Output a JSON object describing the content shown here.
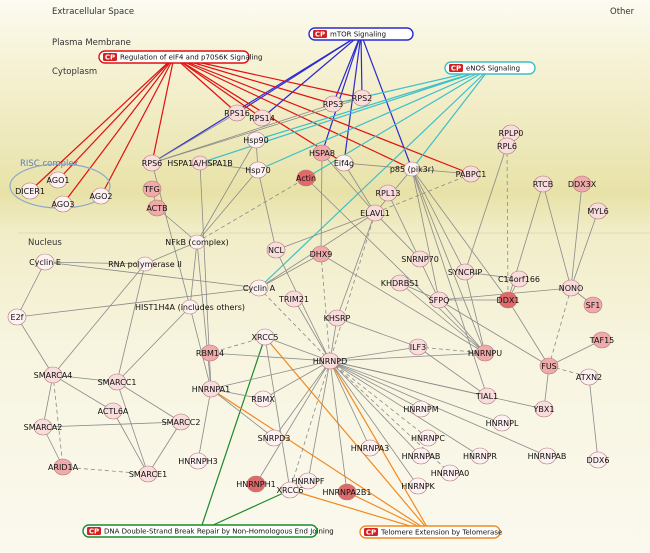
{
  "regions": {
    "extracellular": "Extracellular Space",
    "other": "Other",
    "plasma_membrane": "Plasma Membrane",
    "cytoplasm": "Cytoplasm",
    "nucleus": "Nucleus",
    "risc": "RISC complex"
  },
  "colors": {
    "band_top": "#fbf9ec",
    "band_cyto": "#ece7b2",
    "band_nucleus": "#f7f3dc",
    "edge_gray": "#8a8a8a",
    "edge_red": "#e01010",
    "edge_blue": "#2a2ad0",
    "edge_cyan": "#3cc0c8",
    "edge_orange": "#f08a20",
    "edge_green": "#1a8a2a",
    "node_dark": "#e06a6a",
    "node_mid": "#f0aaaa",
    "node_light": "#f9dcdc",
    "node_pale": "#fdf1f1"
  },
  "pathways": {
    "mtor": {
      "tag": "CP",
      "label": "mTOR Signaling",
      "color": "#2a2ad0"
    },
    "eif4": {
      "tag": "CP",
      "label": "Regulation of eIF4 and p70S6K Signaling",
      "color": "#e01010"
    },
    "enos": {
      "tag": "CP",
      "label": "eNOS Signaling",
      "color": "#3cc0c8"
    },
    "dsb": {
      "tag": "CP",
      "label": "DNA Double-Strand Break Repair by Non-Homologous End Joining",
      "color": "#1a8a2a"
    },
    "telomere": {
      "tag": "CP",
      "label": "Telomere Extension by Telomerase",
      "color": "#f08a20"
    }
  },
  "nodes": [
    {
      "id": "RPS16",
      "label": "RPS16",
      "shade": "light"
    },
    {
      "id": "RPS3",
      "label": "RPS3",
      "shade": "light"
    },
    {
      "id": "RPS2",
      "label": "RPS2",
      "shade": "light"
    },
    {
      "id": "RPS14",
      "label": "RPS14",
      "shade": "light"
    },
    {
      "id": "Hsp90",
      "label": "Hsp90",
      "shade": "pale"
    },
    {
      "id": "RPS6",
      "label": "RPS6",
      "shade": "light"
    },
    {
      "id": "HSPA1A",
      "label": "HSPA1A/HSPA1B",
      "shade": "light"
    },
    {
      "id": "Hsp70",
      "label": "Hsp70",
      "shade": "pale"
    },
    {
      "id": "HSPA8",
      "label": "HSPA8",
      "shade": "mid"
    },
    {
      "id": "Eif4g",
      "label": "Eif4g",
      "shade": "pale"
    },
    {
      "id": "p85",
      "label": "p85 (pik3r)",
      "shade": "pale"
    },
    {
      "id": "PABPC1",
      "label": "PABPC1",
      "shade": "light"
    },
    {
      "id": "RPLP0",
      "label": "RPLP0",
      "shade": "light"
    },
    {
      "id": "RPL6",
      "label": "RPL6",
      "shade": "light"
    },
    {
      "id": "AGO1",
      "label": "AGO1",
      "shade": "pale"
    },
    {
      "id": "DICER1",
      "label": "DICER1",
      "shade": "pale"
    },
    {
      "id": "AGO2",
      "label": "AGO2",
      "shade": "pale"
    },
    {
      "id": "AGO3",
      "label": "AGO3",
      "shade": "pale"
    },
    {
      "id": "TFG",
      "label": "TFG",
      "shade": "mid"
    },
    {
      "id": "Actin",
      "label": "Actin",
      "shade": "dark"
    },
    {
      "id": "ACTB",
      "label": "ACTB",
      "shade": "mid"
    },
    {
      "id": "RPL13",
      "label": "RPL13",
      "shade": "light"
    },
    {
      "id": "RTCB",
      "label": "RTCB",
      "shade": "light"
    },
    {
      "id": "DDX3X",
      "label": "DDX3X",
      "shade": "mid"
    },
    {
      "id": "MYL6",
      "label": "MYL6",
      "shade": "light"
    },
    {
      "id": "NFkB",
      "label": "NFkB (complex)",
      "shade": "pale"
    },
    {
      "id": "ELAVL1",
      "label": "ELAVL1",
      "shade": "light"
    },
    {
      "id": "NCL",
      "label": "NCL",
      "shade": "light"
    },
    {
      "id": "CyclinE",
      "label": "Cyclin E",
      "shade": "pale"
    },
    {
      "id": "RNApol",
      "label": "RNA polymerase II",
      "shade": "pale"
    },
    {
      "id": "SYNCRIP",
      "label": "SYNCRIP",
      "shade": "light"
    },
    {
      "id": "C14orf166",
      "label": "C14orf166",
      "shade": "light"
    },
    {
      "id": "SNRNP70",
      "label": "SNRNP70",
      "shade": "light"
    },
    {
      "id": "DHX9",
      "label": "DHX9",
      "shade": "mid"
    },
    {
      "id": "KHDRBS1",
      "label": "KHDRBS1",
      "shade": "light"
    },
    {
      "id": "CyclinA",
      "label": "Cyclin A",
      "shade": "pale"
    },
    {
      "id": "TRIM21",
      "label": "TRIM21",
      "shade": "light"
    },
    {
      "id": "NONO",
      "label": "NONO",
      "shade": "light"
    },
    {
      "id": "SFPQ",
      "label": "SFPQ",
      "shade": "light"
    },
    {
      "id": "DDX1",
      "label": "DDX1",
      "shade": "dark"
    },
    {
      "id": "SF1",
      "label": "SF1",
      "shade": "mid"
    },
    {
      "id": "HIST1H4A",
      "label": "HIST1H4A (includes others)",
      "shade": "pale"
    },
    {
      "id": "E2f",
      "label": "E2f",
      "shade": "pale"
    },
    {
      "id": "KHSRP",
      "label": "KHSRP",
      "shade": "light"
    },
    {
      "id": "XRCC5",
      "label": "XRCC5",
      "shade": "pale"
    },
    {
      "id": "TAF15",
      "label": "TAF15",
      "shade": "mid"
    },
    {
      "id": "RBM14",
      "label": "RBM14",
      "shade": "mid"
    },
    {
      "id": "ILF3",
      "label": "ILF3",
      "shade": "light"
    },
    {
      "id": "HNRNPD",
      "label": "HNRNPD",
      "shade": "light"
    },
    {
      "id": "HNRNPU",
      "label": "HNRNPU",
      "shade": "mid"
    },
    {
      "id": "FUS",
      "label": "FUS",
      "shade": "mid"
    },
    {
      "id": "SMARCA4",
      "label": "SMARCA4",
      "shade": "light"
    },
    {
      "id": "SMARCC1",
      "label": "SMARCC1",
      "shade": "light"
    },
    {
      "id": "HNRNPA1",
      "label": "HNRNPA1",
      "shade": "light"
    },
    {
      "id": "ATXN2",
      "label": "ATXN2",
      "shade": "pale"
    },
    {
      "id": "TIAL1",
      "label": "TIAL1",
      "shade": "light"
    },
    {
      "id": "YBX1",
      "label": "YBX1",
      "shade": "light"
    },
    {
      "id": "RBMX",
      "label": "RBMX",
      "shade": "pale"
    },
    {
      "id": "ACTL6A",
      "label": "ACTL6A",
      "shade": "light"
    },
    {
      "id": "SMARCA2",
      "label": "SMARCA2",
      "shade": "light"
    },
    {
      "id": "SMARCC2",
      "label": "SMARCC2",
      "shade": "light"
    },
    {
      "id": "HNRNPM",
      "label": "HNRNPM",
      "shade": "pale"
    },
    {
      "id": "HNRNPL",
      "label": "HNRNPL",
      "shade": "pale"
    },
    {
      "id": "SNRPD3",
      "label": "SNRPD3",
      "shade": "pale"
    },
    {
      "id": "HNRNPA3",
      "label": "HNRNPA3",
      "shade": "pale"
    },
    {
      "id": "HNRNPC",
      "label": "HNRNPC",
      "shade": "pale"
    },
    {
      "id": "HNRNPAB",
      "label": "HNRNPAB",
      "shade": "pale"
    },
    {
      "id": "HNRNPR",
      "label": "HNRNPR",
      "shade": "pale"
    },
    {
      "id": "HNRNPDL",
      "label": "HNRNPAB",
      "shade": "pale"
    },
    {
      "id": "DDX6",
      "label": "DDX6",
      "shade": "pale"
    },
    {
      "id": "ARID1A",
      "label": "ARID1A",
      "shade": "mid"
    },
    {
      "id": "SMARCE1",
      "label": "SMARCE1",
      "shade": "light"
    },
    {
      "id": "HNRNPH3",
      "label": "HNRNPH3",
      "shade": "pale"
    },
    {
      "id": "HNRNPA0",
      "label": "HNRNPA0",
      "shade": "pale"
    },
    {
      "id": "HNRNPH1",
      "label": "HNRNPH1",
      "shade": "dark"
    },
    {
      "id": "HNRNPF",
      "label": "HNRNPF",
      "shade": "pale"
    },
    {
      "id": "XRCC6",
      "label": "XRCC6",
      "shade": "pale"
    },
    {
      "id": "HNRNPA2B1",
      "label": "HNRNPA2B1",
      "shade": "dark"
    },
    {
      "id": "HNRNPK",
      "label": "HNRNPK",
      "shade": "pale"
    }
  ]
}
